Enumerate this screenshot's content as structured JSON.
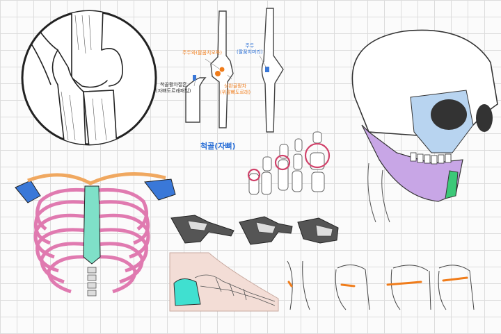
{
  "ulna": {
    "title": "척골(자뼈)",
    "labels": {
      "coronoid": "주두와(팔꿈치오목)",
      "radial_notch_1": "척골활차절흔",
      "radial_notch_2": "(자뼈도르래패임)",
      "trochlea_1": "상완골활차",
      "trochlea_2": "(위팔뼈도르래)",
      "olecranon_1": "주두",
      "olecranon_2": "(팔꿈치머리)"
    }
  },
  "colors": {
    "ribs": "#e07ab0",
    "sternum": "#7fe0c8",
    "clavicle": "#f0a860",
    "scapula": "#3a78d8",
    "skull_maxilla": "#b8d4f0",
    "mandible": "#c8a6e6",
    "chin": "#3cc878",
    "heel": "#40e0d0",
    "joint_orange": "#f07c1a",
    "joint_circle": "#d0426a"
  }
}
